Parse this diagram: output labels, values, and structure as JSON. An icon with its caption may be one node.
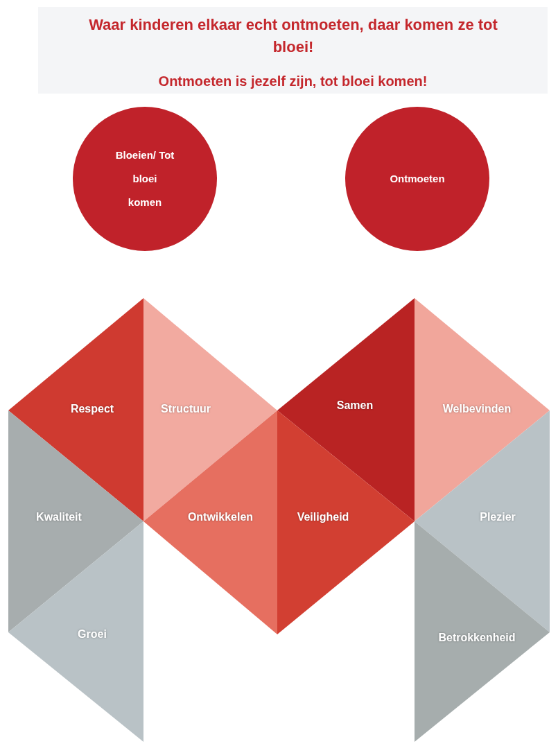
{
  "diagram": {
    "title": "Waar kinderen elkaar echt ontmoeten, daar komen ze tot bloei!",
    "nodes": [
      {
        "text": [
          "Bloeien/ Tot bloei komen"
        ]
      },
      {
        "text": [
          "Ontmoeten"
        ]
      },
      {
        "text": [
          "Respect"
        ]
      },
      {
        "text": [
          "Structuur"
        ]
      },
      {
        "text": [
          "Samen"
        ]
      },
      {
        "text": [
          "Welbevinden"
        ]
      },
      {
        "text": [
          "Kwaliteit"
        ]
      },
      {
        "text": [
          "Ontwikkelen"
        ]
      },
      {
        "text": [
          "Veiligheid"
        ]
      },
      {
        "text": [
          "Plezier"
        ]
      },
      {
        "text": [
          "Groei"
        ]
      },
      {
        "text": [
          "Betrokkenheid"
        ]
      }
    ],
    "labels": [
      "Ontmoeten is jezelf zijn, tot bloei komen!"
    ]
  }
}
